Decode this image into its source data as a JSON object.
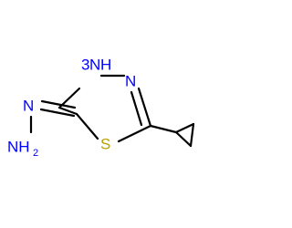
{
  "molecule": {
    "atoms": [
      {
        "id": "nh_ring",
        "label": "N",
        "suffix": "H",
        "prefix": "3",
        "color": "#0000ff"
      },
      {
        "id": "n_ring",
        "label": "N",
        "color": "#0000ff"
      },
      {
        "id": "s_ring",
        "label": "S",
        "color": "#b8a000"
      },
      {
        "id": "n_exo",
        "label": "N",
        "color": "#0000ff"
      },
      {
        "id": "nh2",
        "label": "NH",
        "subscript": "2",
        "color": "#0000ff"
      }
    ]
  }
}
